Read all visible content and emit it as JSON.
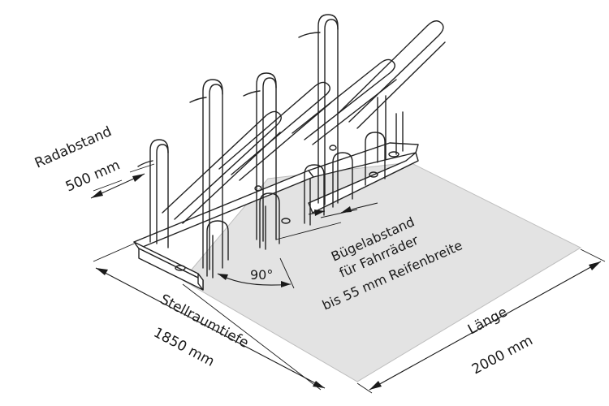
{
  "labels": {
    "radabstand": "Radabstand",
    "radabstand_value": "500 mm",
    "buegel_line1": "Bügelabstand",
    "buegel_line2": "für Fahrräder",
    "buegel_line3": "bis 55 mm Reifenbreite",
    "angle": "90°",
    "stellraumtiefe": "Stellraumtiefe",
    "stellraumtiefe_value": "1850 mm",
    "laenge": "Länge",
    "laenge_value": "2000 mm"
  },
  "colors": {
    "floor": "#e3e3e3",
    "line": "#222222"
  }
}
